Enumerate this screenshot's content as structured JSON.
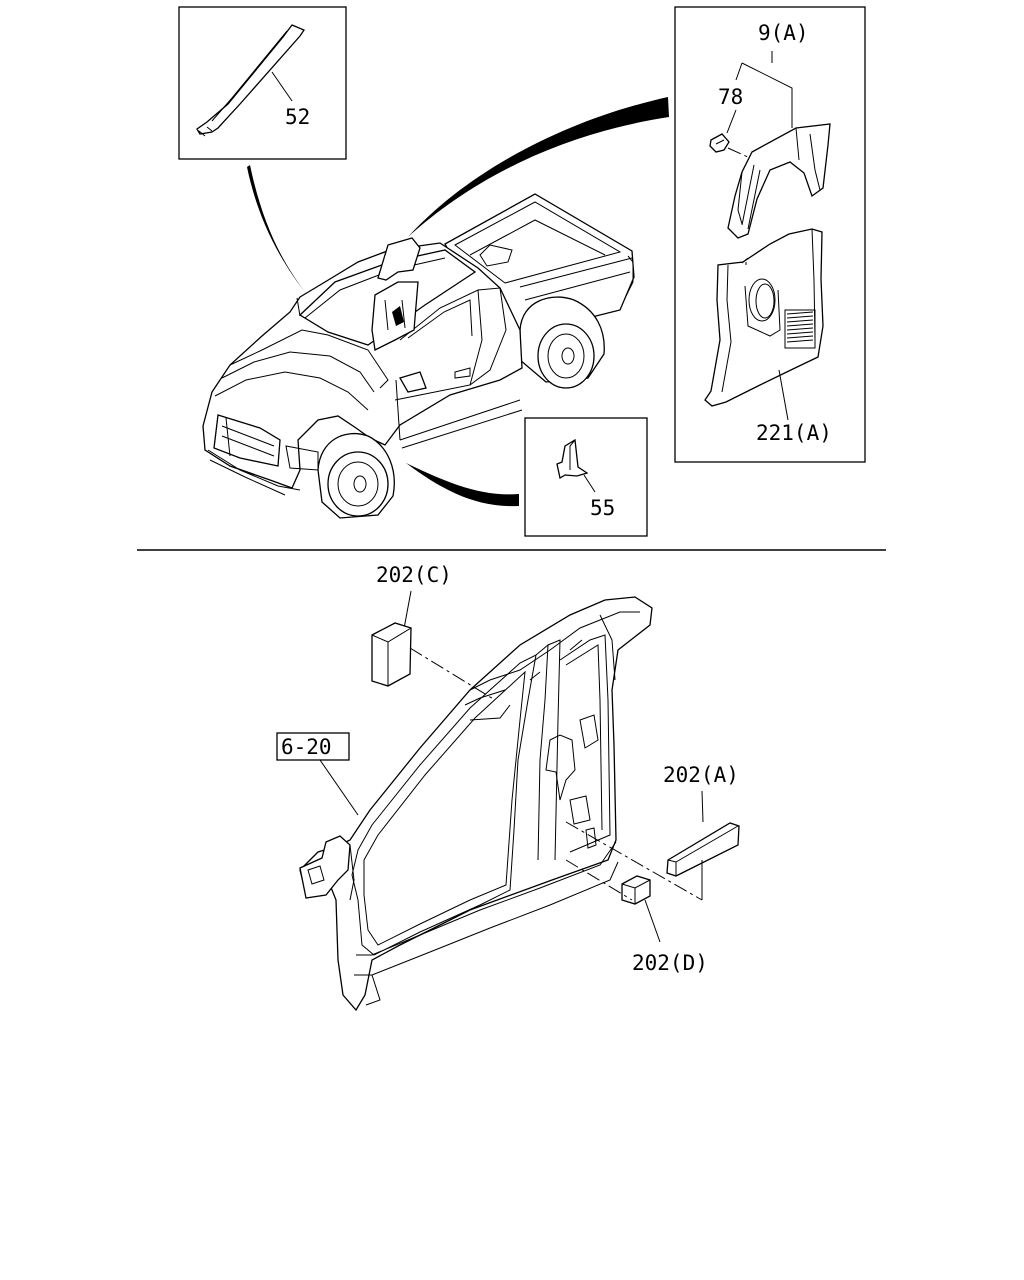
{
  "callouts": {
    "c52": "52",
    "c9a": "9(A)",
    "c78": "78",
    "c221a": "221(A)",
    "c55": "55",
    "c202c": "202(C)",
    "c620": "6-20",
    "c202a": "202(A)",
    "c202d": "202(D)"
  }
}
